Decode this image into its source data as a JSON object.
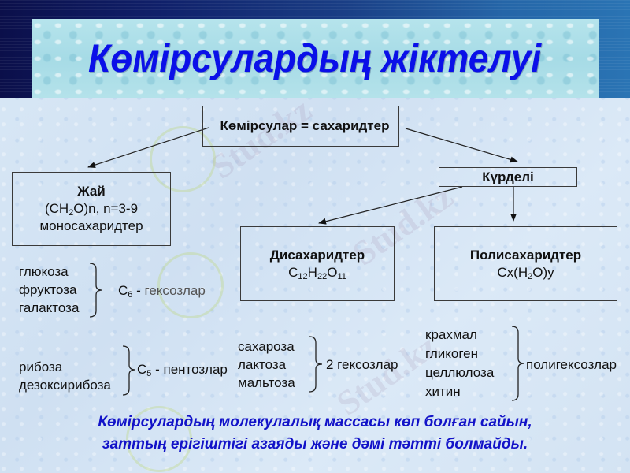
{
  "slide": {
    "title": "Көмірсулардың жіктелуі",
    "root": {
      "label": "Көмірсулар = сахаридтер"
    },
    "simple": {
      "title": "Жай",
      "formula_pre": "(CH",
      "formula_sub": "2",
      "formula_post": "O)n,  n=3-9",
      "subtitle": "моносахаридтер"
    },
    "complex": {
      "title": "Күрделі"
    },
    "disaccharides": {
      "title": "Дисахаридтер",
      "formula": {
        "c": "C",
        "c_sub": "12",
        "h": "H",
        "h_sub": "22",
        "o": "O",
        "o_sub": "11"
      }
    },
    "polysaccharides": {
      "title": "Полисахаридтер",
      "formula_pre": "Cx(H",
      "formula_sub": "2",
      "formula_post": "O)y"
    },
    "hexoses": {
      "items": [
        "глюкоза",
        "фруктоза",
        "галактоза"
      ],
      "label_c": "C",
      "label_sub": "6",
      "label_dash": " - ",
      "label_word": "гексозлар"
    },
    "pentoses": {
      "items": [
        "рибоза",
        "дезоксирибоза"
      ],
      "label_c": "C",
      "label_sub": "5",
      "label_rest": " - пентозлар"
    },
    "disaccharide_examples": {
      "items": [
        "сахароза",
        "лактоза",
        "мальтоза"
      ],
      "label": "2 гексозлар"
    },
    "polysaccharide_examples": {
      "items": [
        "крахмал",
        "гликоген",
        "целлюлоза",
        "хитин"
      ],
      "label": "полигексозлар"
    },
    "footer": {
      "line1": "Көмірсулардың молекулалық массасы көп болған сайын,",
      "line2": "заттың ерігіштігі азаяды және дәмі тәтті болмайды."
    },
    "watermark": "Stud.kz",
    "colors": {
      "title": "#0a10e8",
      "footer": "#1212c8",
      "header_dark": "#0b0f4a",
      "header_light": "#2a74b4",
      "title_panel": "#a6dbe6",
      "background": "#d5e5f4"
    }
  }
}
